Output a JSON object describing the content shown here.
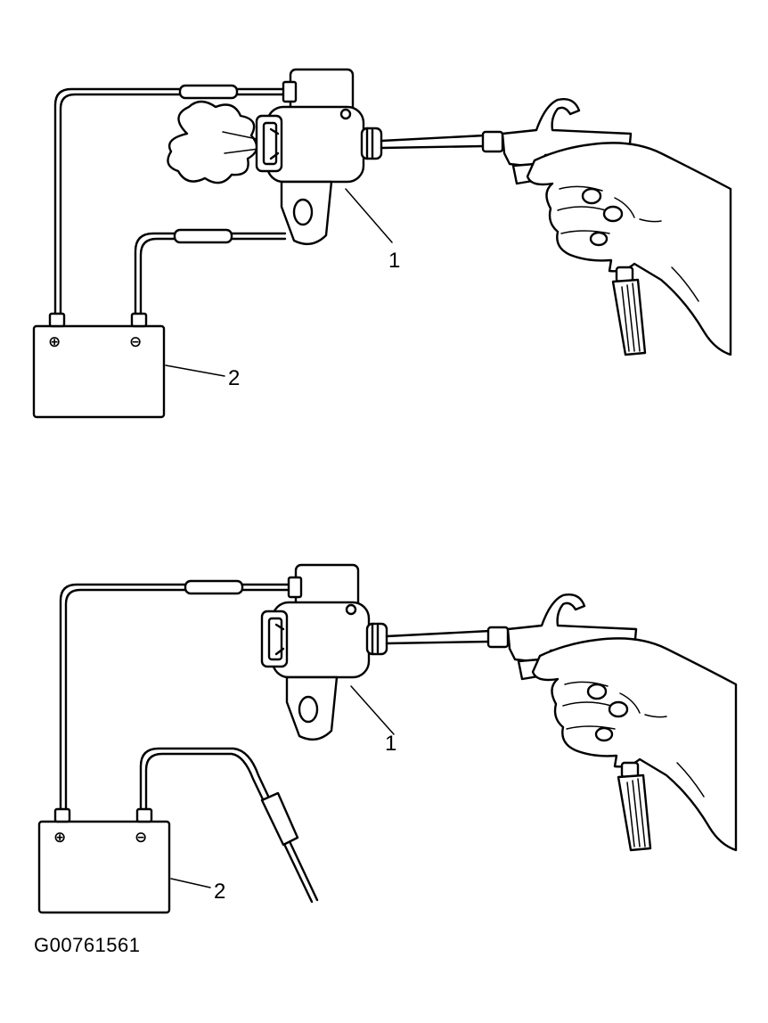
{
  "figure": {
    "id": "G00761561"
  },
  "panels": [
    {
      "name": "top",
      "callout_component": "1",
      "callout_battery": "2",
      "battery_positive": "⊕",
      "battery_negative": "⊖"
    },
    {
      "name": "bottom",
      "callout_component": "1",
      "callout_battery": "2",
      "battery_positive": "⊕",
      "battery_negative": "⊖"
    }
  ]
}
